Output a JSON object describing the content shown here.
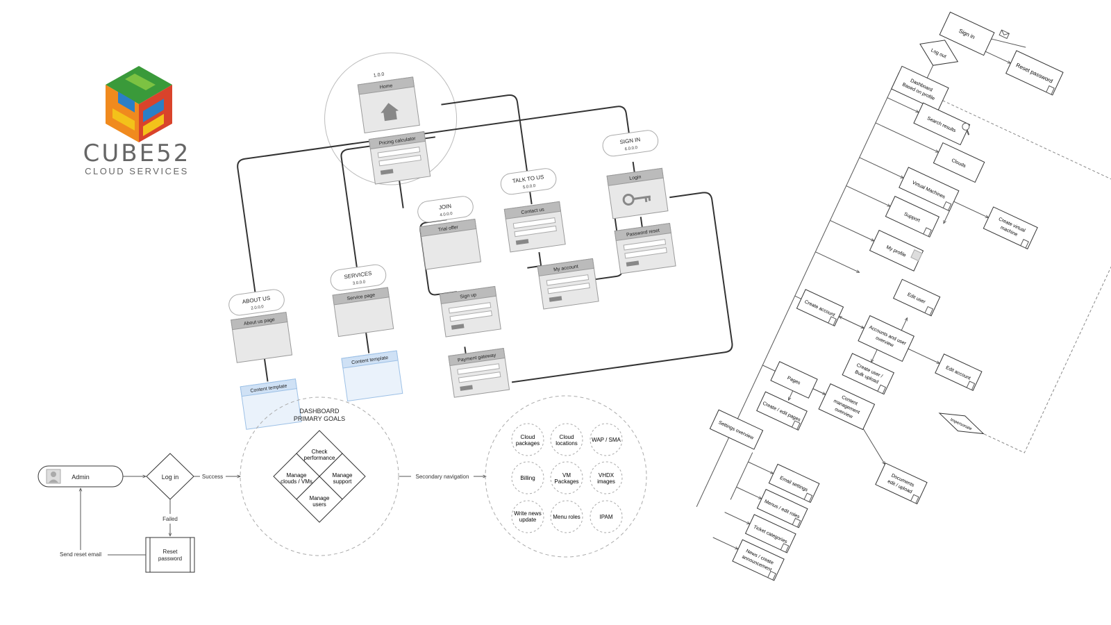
{
  "logo": {
    "name": "CUBE52",
    "tagline": "CLOUD SERVICES",
    "colors": {
      "green": "#3a9a3a",
      "orange": "#f08a1e",
      "blue": "#2b7fc6",
      "yellow": "#f3c21a",
      "red": "#d9432b"
    }
  },
  "sitemap": {
    "home": {
      "version": "1.0.0",
      "title": "Home"
    },
    "pricing": {
      "title": "Pricing calculator"
    },
    "sections": [
      {
        "label": "ABOUT US",
        "version": "2.0.0.0",
        "page": "About us page",
        "child": "Content template"
      },
      {
        "label": "SERVICES",
        "version": "3.0.0.0",
        "page": "Service page",
        "child": "Content template"
      },
      {
        "label": "JOIN",
        "version": "4.0.0.0",
        "page": "Trial offer",
        "child": "Sign up",
        "child2": "Payment gateway"
      },
      {
        "label": "TALK TO US",
        "version": "5.0.0.0",
        "page": "Contact us",
        "child": "My account"
      },
      {
        "label": "SIGN IN",
        "version": "6.0.0.0",
        "page": "Login",
        "child": "Password reset"
      }
    ]
  },
  "flow": {
    "admin": "Admin",
    "login": "Log in",
    "success": "Success",
    "failed": "Failed",
    "reset": "Reset password",
    "send_reset": "Send reset email",
    "dashboard_title": "DASHBOARD PRIMARY GOALS",
    "goals": [
      "Check performance",
      "Manage clouds / VMs",
      "Manage support",
      "Manage users"
    ],
    "secondary": "Secondary navigation",
    "secondary_items": [
      "Cloud packages",
      "Cloud locations",
      "WAP / SMA",
      "Billing",
      "VM Packages",
      "VHDX images",
      "Write news update",
      "Menu roles",
      "IPAM"
    ]
  },
  "appmap": {
    "signin": "Sign in",
    "reset": "Reset password",
    "logout": "Log out",
    "dashboard": "Dashboard Based on profile",
    "search": "Search results",
    "clouds": "Clouds",
    "create_vm": "Create virtual machine",
    "vms": "Virtual Machines",
    "support": "Support",
    "profile": "My profile",
    "edit_user": "Edit user",
    "accounts": "Accounts and user overview",
    "create_account": "Create account",
    "create_user": "Create user / Bulk upload",
    "edit_account": "Edit account",
    "impersonate": "Impersonate",
    "content": "Content management overview",
    "pages": "Pages",
    "create_pages": "Create / edit pages",
    "documents": "Documents edit / upload",
    "settings": "Settings overview",
    "email": "Email settings",
    "menus": "Menus / edit roles",
    "tickets": "Ticket categories",
    "news": "News / create announcement"
  }
}
